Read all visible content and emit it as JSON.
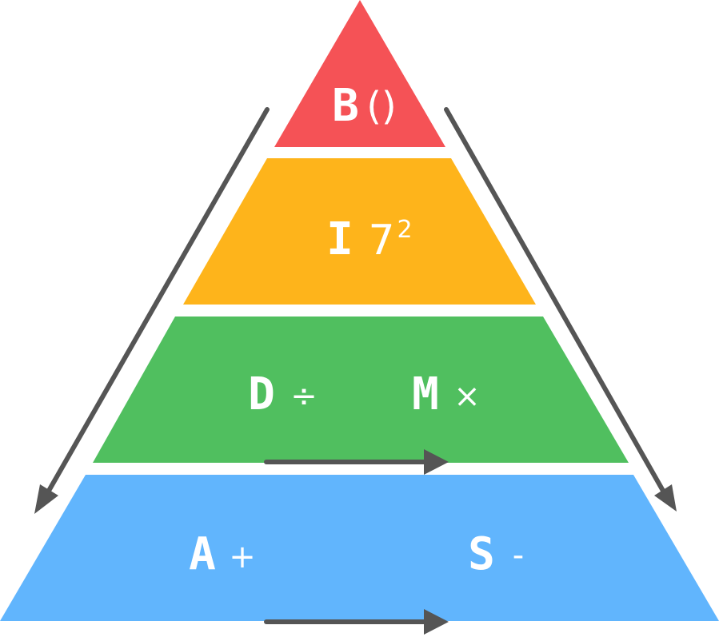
{
  "colors": {
    "brackets": "#f55256",
    "indices": "#feb41b",
    "division_multiplication": "#50bf5f",
    "addition_subtraction": "#61b5fd",
    "arrow": "#555555",
    "text": "#ffffff",
    "background": "#ffffff"
  },
  "tiers": {
    "brackets": {
      "letter": "B",
      "symbol": "()"
    },
    "indices": {
      "letter": "I",
      "base": "7",
      "exponent": "2"
    },
    "division": {
      "letter": "D",
      "symbol": "÷"
    },
    "multiplication": {
      "letter": "M",
      "symbol": "×"
    },
    "addition": {
      "letter": "A",
      "symbol": "+"
    },
    "subtraction": {
      "letter": "S",
      "symbol": "-"
    }
  }
}
